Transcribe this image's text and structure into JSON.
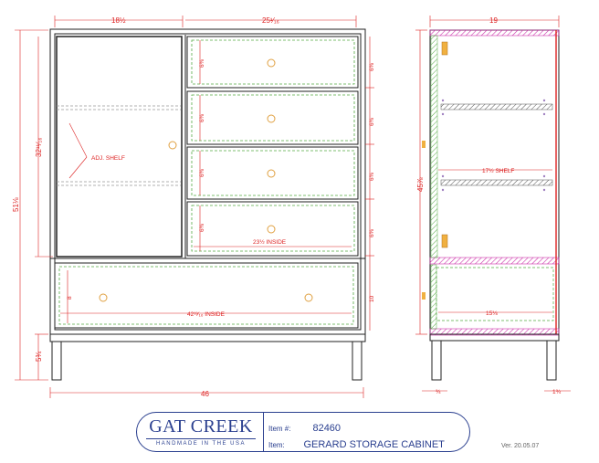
{
  "drawing": {
    "front_view": {
      "dims": {
        "top_left_width": "18½",
        "top_right_width": "25¹⁄₁₆",
        "overall_height": "51⅛",
        "upper_height": "32¹¹⁄₁₆",
        "base_height": "5¾",
        "overall_width": "46",
        "drawer_heights": [
          "6⅝",
          "6⅜",
          "6⅝",
          "6⅝"
        ],
        "drawer_side_heights": [
          "6⅜",
          "6⅜",
          "6⅜",
          "6⅜"
        ],
        "bottom_drawer_height": "10",
        "bottom_drawer_inner": "8",
        "drawers_inside": "23½ INSIDE",
        "bottom_inside": "42¹³⁄₁₆ INSIDE"
      },
      "labels": {
        "adj_shelf": "ADJ. SHELF"
      }
    },
    "side_view": {
      "dims": {
        "depth": "19",
        "height": "45⅞",
        "shelf": "17½ SHELF",
        "drawer_depth": "15⅛",
        "leg_left": "¾",
        "leg_right": "1¾"
      }
    }
  },
  "title_block": {
    "brand": "GAT CREEK",
    "tagline": "HANDMADE IN THE USA",
    "item_no_label": "Item #:",
    "item_no": "82460",
    "item_label": "Item:",
    "item_name": "GERARD STORAGE CABINET"
  },
  "version": "Ver. 20.05.07",
  "colors": {
    "dim": "#dd2222",
    "line": "#222222",
    "hidden": "#44aa33",
    "knob": "#e0a040",
    "hatch_magenta": "#cc33aa",
    "brand": "#2a3f8f"
  }
}
